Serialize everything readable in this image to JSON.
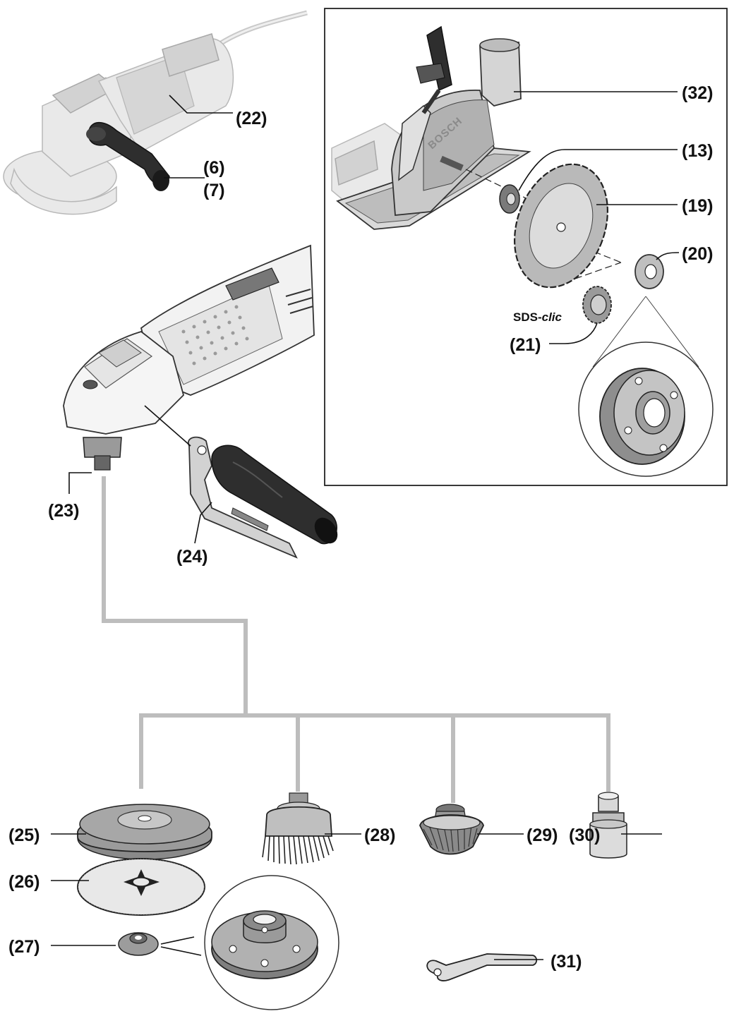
{
  "labels": {
    "l22": "(22)",
    "l6": "(6)",
    "l7": "(7)",
    "l32": "(32)",
    "l13": "(13)",
    "l19": "(19)",
    "l20": "(20)",
    "l21": "(21)",
    "sds_prefix": "SDS-",
    "sds_suffix": "clic",
    "l23": "(23)",
    "l24": "(24)",
    "l25": "(25)",
    "l26": "(26)",
    "l27": "(27)",
    "l28": "(28)",
    "l29": "(29)",
    "l30": "(30)",
    "l31": "(31)"
  },
  "brand": {
    "guard_text": "BOSCH"
  },
  "colors": {
    "connector": "#bdbdbd",
    "handle": "#2e2e2e",
    "ghost_tool": "#e9e9e9"
  }
}
